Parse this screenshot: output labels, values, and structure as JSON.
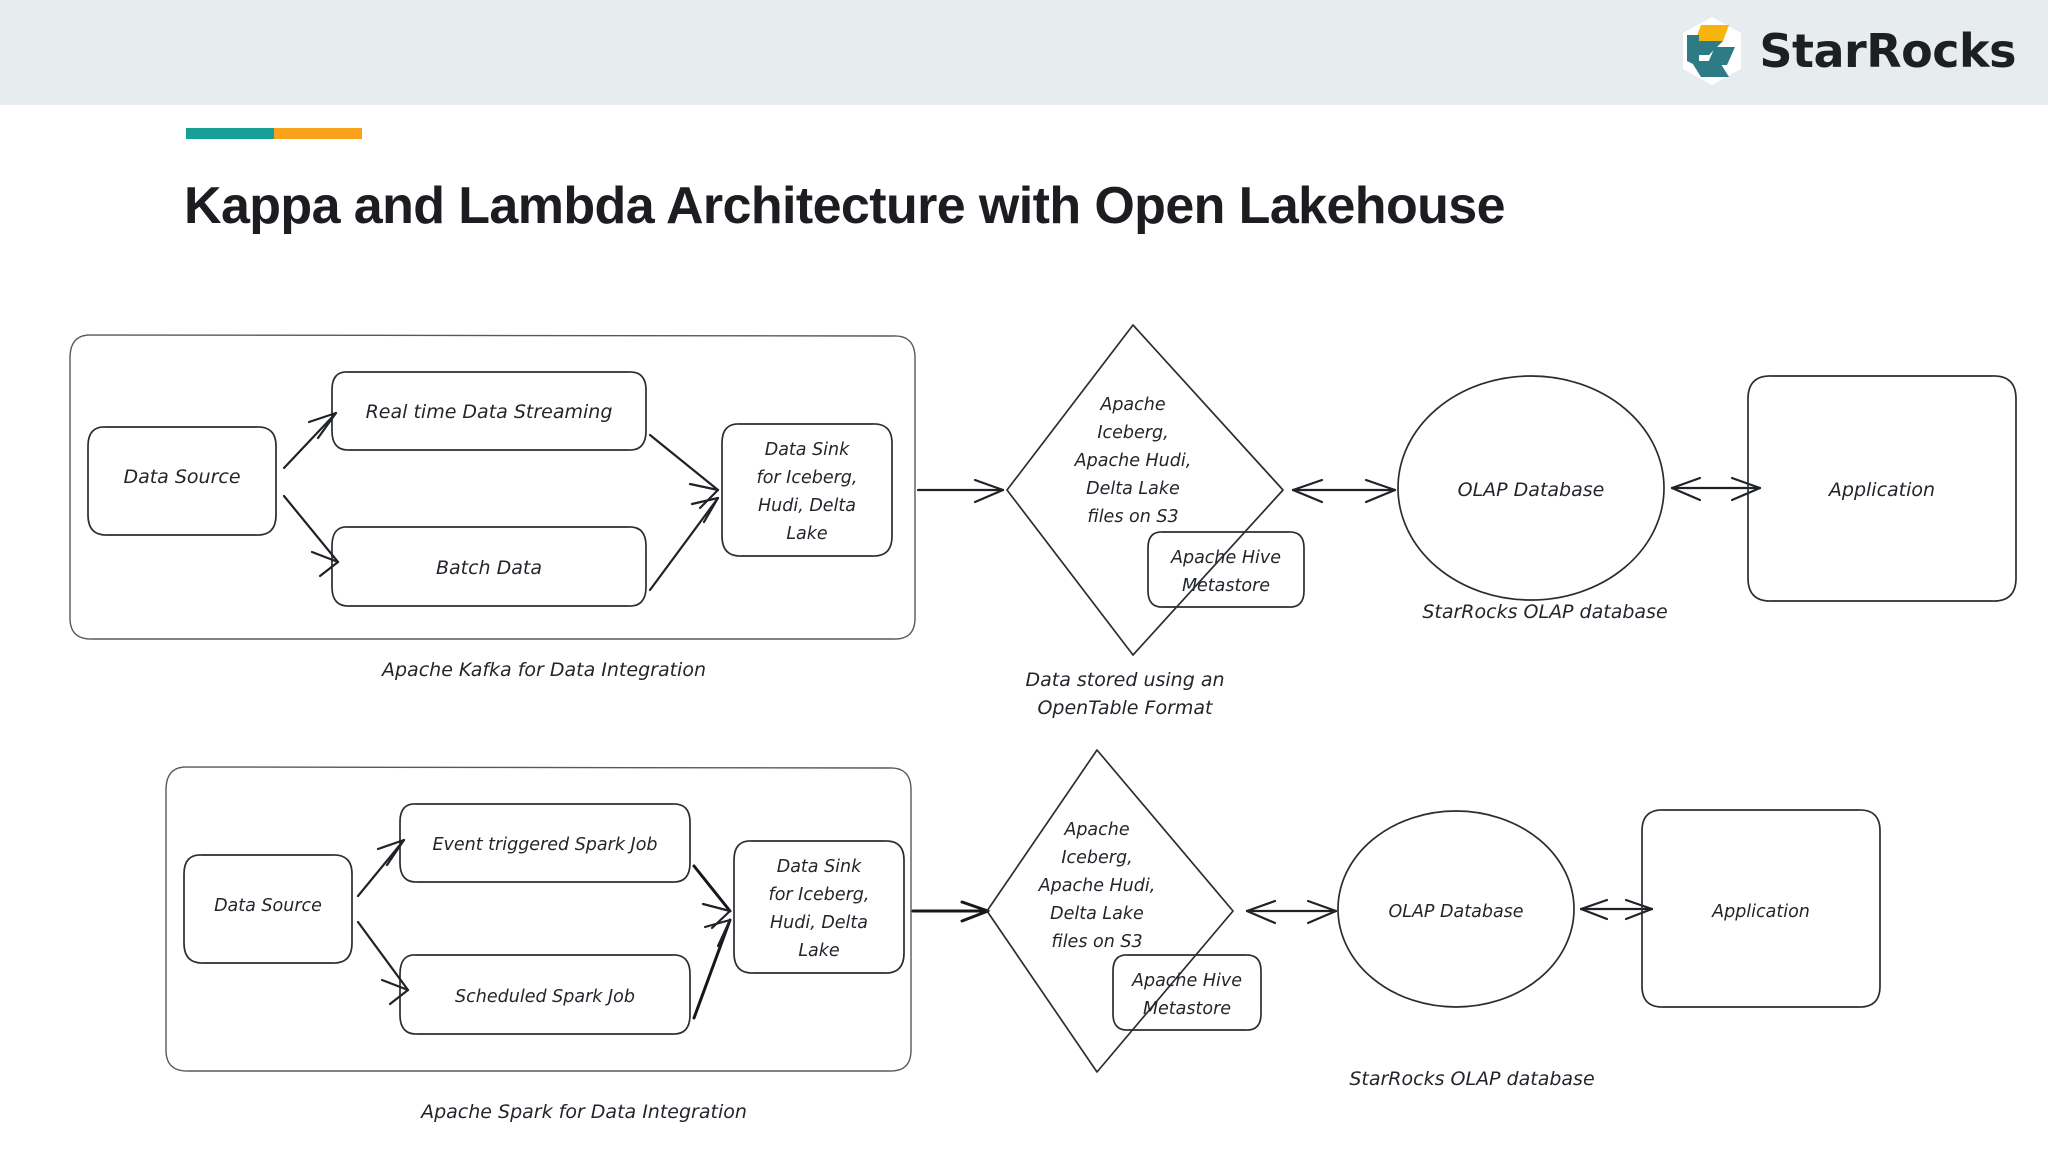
{
  "header": {
    "brand_name": "StarRocks",
    "logo_icon": "starrocks-hexagon-logo",
    "band_color": "#e7edee",
    "teal": "#18a098",
    "orange": "#faa21b"
  },
  "title": {
    "text": "Kappa and Lambda Architecture with Open Lakehouse",
    "accent_left_color": "#18a098",
    "accent_right_color": "#faa21b"
  },
  "diagram": {
    "style": "hand-drawn-sketch",
    "rows": [
      {
        "id": "kappa-row",
        "caption_integration": "Apache Kafka for Data Integration",
        "caption_storage_line1": "Data stored using an",
        "caption_storage_line2": "OpenTable Format",
        "caption_olap": "StarRocks OLAP database",
        "nodes": {
          "data_source": "Data Source",
          "branch_top": "Real time Data Streaming",
          "branch_bottom": "Batch Data",
          "data_sink_l1": "Data Sink",
          "data_sink_l2": "for Iceberg,",
          "data_sink_l3": "Hudi, Delta",
          "data_sink_l4": "Lake",
          "diamond_l1": "Apache",
          "diamond_l2": "Iceberg,",
          "diamond_l3": "Apache Hudi,",
          "diamond_l4": "Delta Lake",
          "diamond_l5": "files on S3",
          "metastore_l1": "Apache Hive",
          "metastore_l2": "Metastore",
          "olap": "OLAP Database",
          "application": "Application"
        }
      },
      {
        "id": "lambda-row",
        "caption_integration": "Apache Spark for Data Integration",
        "caption_storage_line1": "",
        "caption_storage_line2": "",
        "caption_olap": "StarRocks OLAP database",
        "nodes": {
          "data_source": "Data Source",
          "branch_top": "Event triggered Spark Job",
          "branch_bottom": "Scheduled Spark Job",
          "data_sink_l1": "Data Sink",
          "data_sink_l2": "for Iceberg,",
          "data_sink_l3": "Hudi, Delta",
          "data_sink_l4": "Lake",
          "diamond_l1": "Apache",
          "diamond_l2": "Iceberg,",
          "diamond_l3": "Apache Hudi,",
          "diamond_l4": "Delta Lake",
          "diamond_l5": "files on S3",
          "metastore_l1": "Apache Hive",
          "metastore_l2": "Metastore",
          "olap": "OLAP Database",
          "application": "Application"
        }
      }
    ]
  }
}
